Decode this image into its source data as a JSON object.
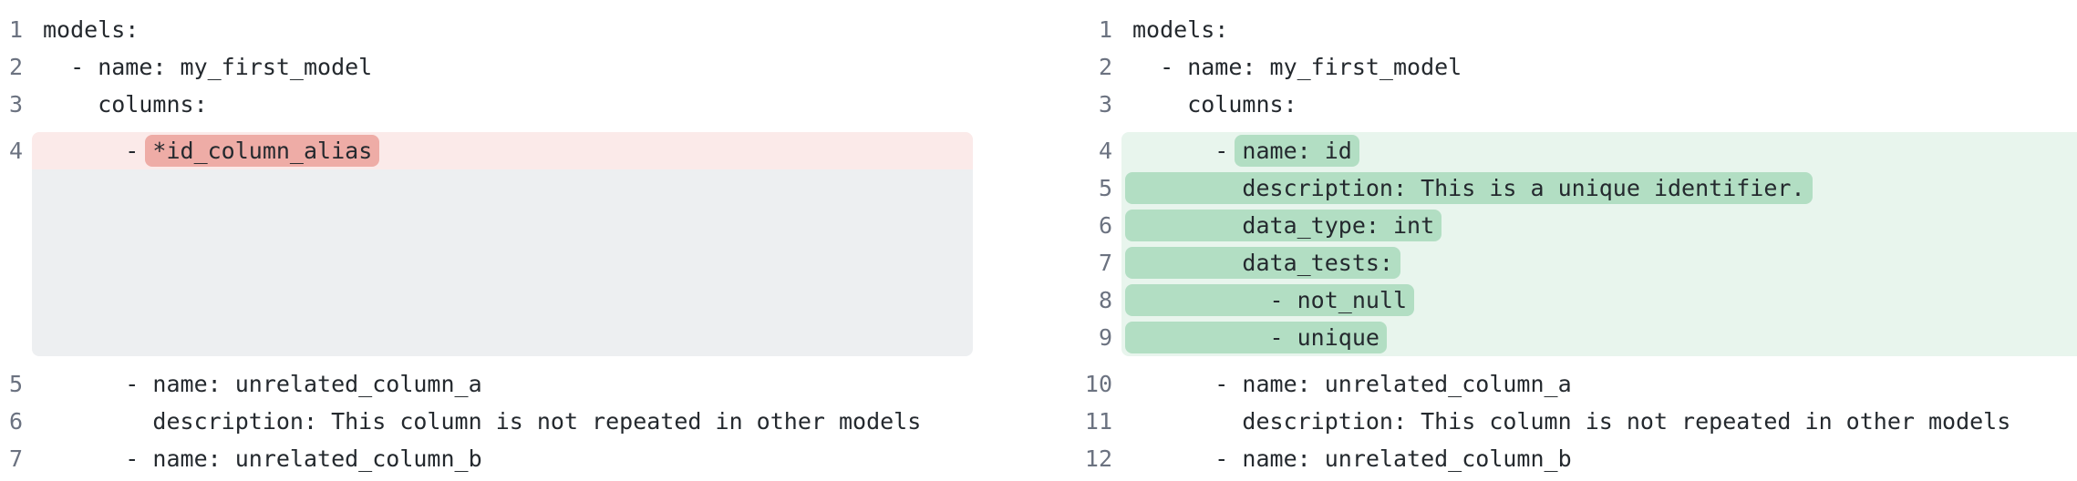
{
  "colors": {
    "page_bg": "#ffffff",
    "code_text": "#24292e",
    "gutter_text": "#6b7280",
    "removed_line_bg": "#fbeae9",
    "removed_word_bg": "#eeaca6",
    "added_line_bg": "#e8f5ed",
    "added_word_bg": "#b2dec3",
    "filler_bg": "#edeff1"
  },
  "left_pane": {
    "lines_before": [
      {
        "num": "1",
        "text": "models:"
      },
      {
        "num": "2",
        "text": "  - name: my_first_model"
      },
      {
        "num": "3",
        "text": "    columns:"
      }
    ],
    "removed_line": {
      "num": "4",
      "prefix": "      - ",
      "highlight": "*id_column_alias"
    },
    "lines_after": [
      {
        "num": "5",
        "text": "      - name: unrelated_column_a"
      },
      {
        "num": "6",
        "text": "        description: This column is not repeated in other models"
      },
      {
        "num": "7",
        "text": "      - name: unrelated_column_b"
      }
    ]
  },
  "right_pane": {
    "lines_before": [
      {
        "num": "1",
        "text": "models:"
      },
      {
        "num": "2",
        "text": "  - name: my_first_model"
      },
      {
        "num": "3",
        "text": "    columns:"
      }
    ],
    "added_lines": [
      {
        "num": "4",
        "prefix": "      - ",
        "highlight": "name: id"
      },
      {
        "num": "5",
        "prefix": "",
        "highlight": "        description: This is a unique identifier."
      },
      {
        "num": "6",
        "prefix": "",
        "highlight": "        data_type: int"
      },
      {
        "num": "7",
        "prefix": "",
        "highlight": "        data_tests:"
      },
      {
        "num": "8",
        "prefix": "",
        "highlight": "          - not_null"
      },
      {
        "num": "9",
        "prefix": "",
        "highlight": "          - unique"
      }
    ],
    "lines_after": [
      {
        "num": "10",
        "text": "      - name: unrelated_column_a"
      },
      {
        "num": "11",
        "text": "        description: This column is not repeated in other models"
      },
      {
        "num": "12",
        "text": "      - name: unrelated_column_b"
      }
    ]
  }
}
